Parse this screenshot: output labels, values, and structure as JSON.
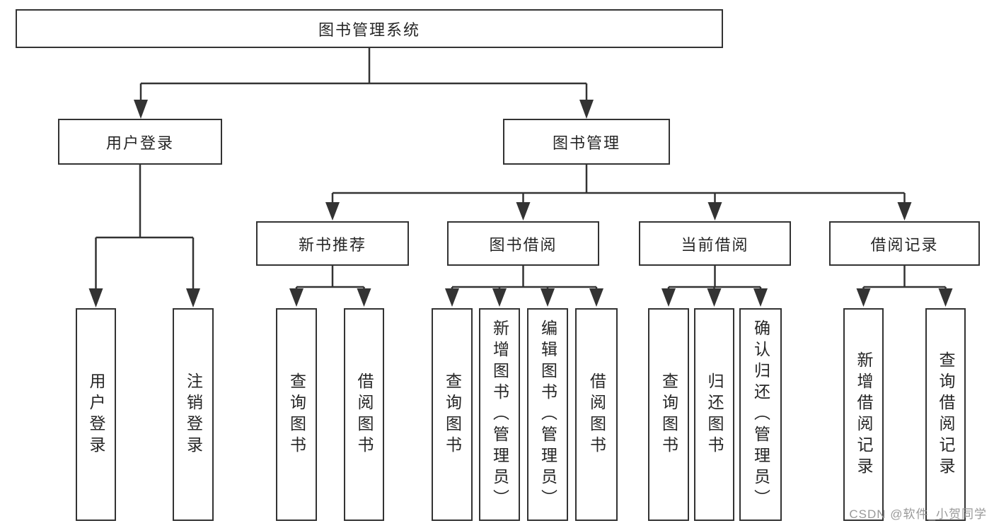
{
  "diagram": {
    "root_label": "图书管理系统",
    "user_login": {
      "label": "用户登录",
      "leaf_login": "用户登录",
      "leaf_logout": "注销登录"
    },
    "book_management": {
      "label": "图书管理",
      "new_book_recommend": {
        "label": "新书推荐",
        "leaf_query": "查询图书",
        "leaf_borrow": "借阅图书"
      },
      "book_borrow": {
        "label": "图书借阅",
        "leaf_query": "查询图书",
        "leaf_add": "新增图书（管理员）",
        "leaf_edit": "编辑图书（管理员）",
        "leaf_borrow": "借阅图书"
      },
      "current_borrow": {
        "label": "当前借阅",
        "leaf_query": "查询图书",
        "leaf_return": "归还图书",
        "leaf_confirm": "确认归还（管理员）"
      },
      "borrow_records": {
        "label": "借阅记录",
        "leaf_add": "新增借阅记录",
        "leaf_query": "查询借阅记录"
      }
    }
  },
  "watermark": "CSDN @软件_小贺同学",
  "colors": {
    "line": "#333333",
    "text": "#262626",
    "background": "#ffffff",
    "watermark": "#949494"
  }
}
